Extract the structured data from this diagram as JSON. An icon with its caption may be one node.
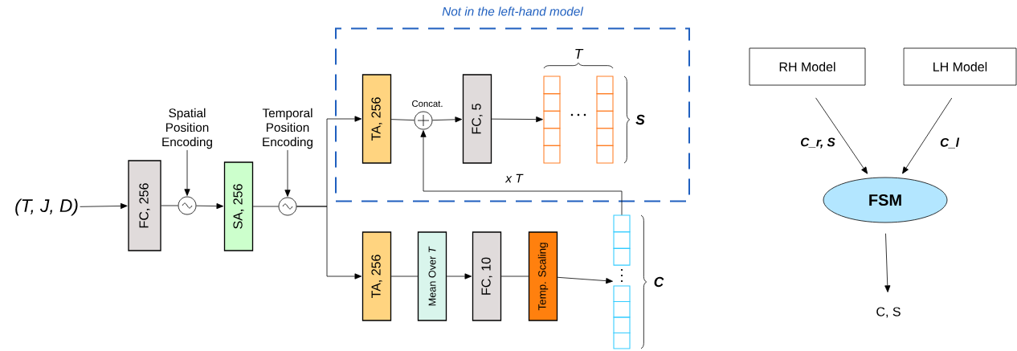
{
  "diagram": {
    "nodes": [
      {
        "text": [
          "(T, J, D)"
        ]
      },
      {
        "text": [
          "FC, 256"
        ]
      },
      {
        "text": [
          "Spatial Position Encoding"
        ]
      },
      {
        "text": [],
        "shape": "circle"
      },
      {
        "text": [
          "SA, 256"
        ]
      },
      {
        "text": [
          "Temporal Position Encoding"
        ]
      },
      {
        "text": [],
        "shape": "circle"
      },
      {
        "text": [
          "Not in the left-hand model"
        ]
      },
      {
        "text": [
          "TA, 256"
        ],
        "in": 7
      },
      {
        "text": [],
        "shape": "circle",
        "beside": [
          "Concat."
        ],
        "in": 7
      },
      {
        "text": [
          "FC, 5"
        ],
        "in": 7
      },
      {
        "text": [],
        "shape": "bar",
        "beside": [
          "T",
          "S"
        ],
        "in": 7
      },
      {
        "text": [
          "TA, 256"
        ]
      },
      {
        "text": [
          "Mean Over *T*"
        ]
      },
      {
        "text": [
          "FC, 10"
        ]
      },
      {
        "text": [
          "Temp. Scaling"
        ]
      },
      {
        "text": [],
        "shape": "bar",
        "beside": [
          "C"
        ]
      },
      {
        "text": [
          "RH Model"
        ]
      },
      {
        "text": [
          "LH Model"
        ]
      },
      {
        "text": [
          "FSM"
        ]
      },
      {
        "text": [
          "C, S"
        ]
      }
    ],
    "edges": [
      {
        "from": 0,
        "to": 1,
        "arrow": "to"
      },
      {
        "from": 1,
        "to": 3,
        "arrow": "none"
      },
      {
        "from": 3,
        "to": 4,
        "arrow": "to"
      },
      {
        "from": 2,
        "to": 3,
        "arrow": "to"
      },
      {
        "from": 4,
        "to": 6,
        "arrow": "none"
      },
      {
        "from": 5,
        "to": 6,
        "arrow": "to"
      },
      {
        "from": 6,
        "to": 8,
        "arrow": "to"
      },
      {
        "from": 6,
        "to": 12,
        "arrow": "to"
      },
      {
        "from": 8,
        "to": 9,
        "arrow": "none"
      },
      {
        "from": 9,
        "to": 10,
        "arrow": "to"
      },
      {
        "from": 10,
        "to": 11,
        "arrow": "to"
      },
      {
        "from": 16,
        "to": 9,
        "arrow": "to",
        "label": "x T"
      },
      {
        "from": 12,
        "to": 13,
        "arrow": "none"
      },
      {
        "from": 13,
        "to": 14,
        "arrow": "to"
      },
      {
        "from": 14,
        "to": 15,
        "arrow": "none"
      },
      {
        "from": 15,
        "to": 16,
        "arrow": "to"
      },
      {
        "from": 17,
        "to": 19,
        "arrow": "to",
        "label": "C_r, S"
      },
      {
        "from": 18,
        "to": 19,
        "arrow": "to",
        "label": "C_l"
      },
      {
        "from": 19,
        "to": 20,
        "arrow": "to"
      }
    ]
  }
}
